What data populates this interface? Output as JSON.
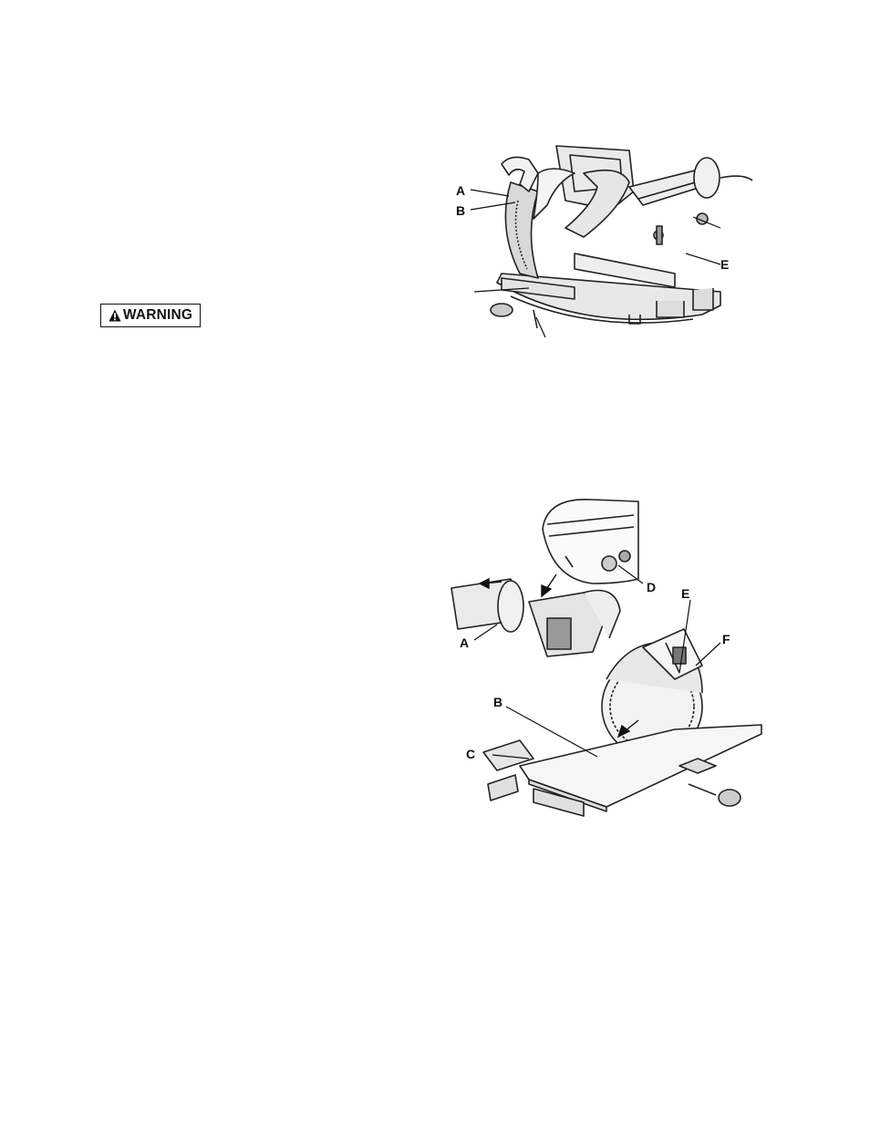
{
  "warning": {
    "label": "WARNING",
    "icon": "warning-triangle-icon"
  },
  "figure_1": {
    "callouts": {
      "a": "A",
      "b": "B",
      "e": "E"
    }
  },
  "figure_2": {
    "callouts": {
      "a": "A",
      "b": "B",
      "c": "C",
      "d": "D",
      "e": "E",
      "f": "F"
    }
  }
}
